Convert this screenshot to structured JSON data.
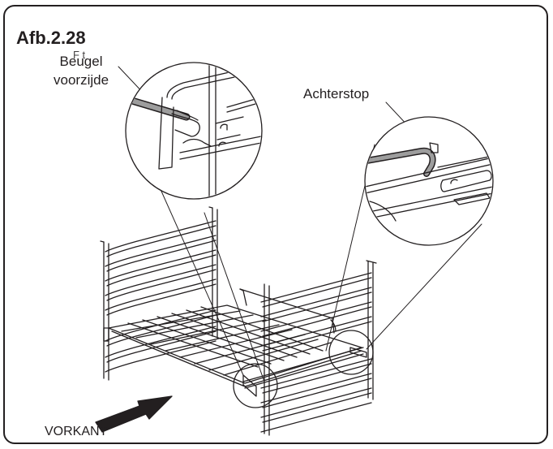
{
  "figure": {
    "title": "Afb.2.28",
    "label_front_bracket_line1": "Beugel",
    "label_front_bracket_line2": "voorzijde",
    "label_front_bracket_ghost": "F   t",
    "label_back_stop": "Achterstop",
    "label_front_edge": "VORKANT"
  },
  "colors": {
    "ink": "#231f20",
    "rail_fill": "#9d9d9d",
    "arrow_fill": "#231f20"
  },
  "icons": {
    "direction_arrow": "arrow-right-icon"
  }
}
